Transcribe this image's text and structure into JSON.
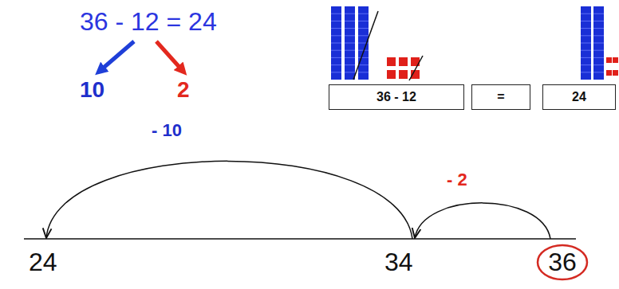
{
  "diagram": {
    "nodes": [
      {
        "text": [
          "36 - 12"
        ]
      },
      {
        "text": [
          "="
        ]
      },
      {
        "text": [
          "24"
        ]
      },
      {
        "text": [
          "36"
        ]
      }
    ],
    "labels": [
      "36 - 12 = 24",
      "10",
      "2",
      "- 10",
      "- 2",
      "24",
      "34"
    ]
  }
}
